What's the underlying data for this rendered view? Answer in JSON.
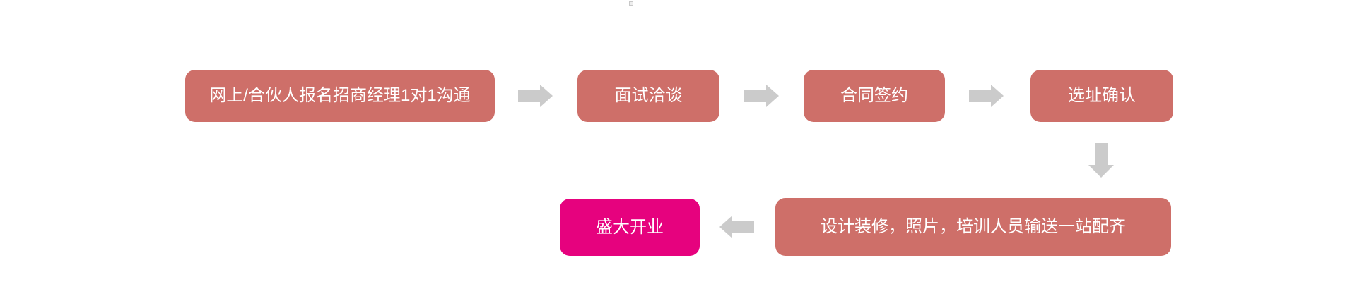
{
  "colors": {
    "page_bg": "#ffffff",
    "step": "#CE6F69",
    "highlight": "#E6027E",
    "arrow": "#CBCBCB",
    "text": "#FFFFFF"
  },
  "flow": {
    "title": "",
    "steps": [
      {
        "id": "signup",
        "label": "网上/合伙人报名招商经理1对1沟通",
        "type": "normal"
      },
      {
        "id": "interview",
        "label": "面试洽谈",
        "type": "normal"
      },
      {
        "id": "contract",
        "label": "合同签约",
        "type": "normal"
      },
      {
        "id": "site",
        "label": "选址确认",
        "type": "normal"
      },
      {
        "id": "setup",
        "label": "设计装修，照片，培训人员输送一站配齐",
        "type": "normal"
      },
      {
        "id": "opening",
        "label": "盛大开业",
        "type": "highlight"
      }
    ],
    "arrows": [
      {
        "from": "signup",
        "to": "interview",
        "direction": "right"
      },
      {
        "from": "interview",
        "to": "contract",
        "direction": "right"
      },
      {
        "from": "contract",
        "to": "site",
        "direction": "right"
      },
      {
        "from": "site",
        "to": "setup",
        "direction": "down"
      },
      {
        "from": "setup",
        "to": "opening",
        "direction": "left"
      }
    ]
  }
}
